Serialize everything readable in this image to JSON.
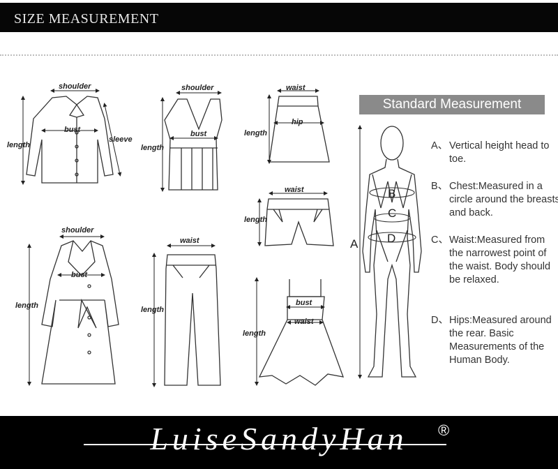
{
  "header": {
    "title": "SIZE MEASUREMENT"
  },
  "garments": {
    "shirt": {
      "shoulder": "shoulder",
      "bust": "bust",
      "sleeve": "sleeve",
      "length": "length"
    },
    "tank": {
      "shoulder": "shoulder",
      "bust": "bust",
      "length": "length"
    },
    "skirt": {
      "waist": "waist",
      "hip": "hip",
      "length": "length"
    },
    "shorts": {
      "waist": "waist",
      "length": "length"
    },
    "coat": {
      "shoulder": "shoulder",
      "bust": "bust",
      "length": "length"
    },
    "pants": {
      "waist": "waist",
      "length": "length"
    },
    "dress": {
      "bust": "bust",
      "waist": "waist",
      "length": "length"
    }
  },
  "standard": {
    "title": "Standard Measurement",
    "body_labels": {
      "a": "A",
      "b": "B",
      "c": "C",
      "d": "D"
    },
    "items": [
      {
        "key": "A、",
        "text": "Vertical height head to toe."
      },
      {
        "key": "B、",
        "text": "Chest:Measured in a circle around the breasts and back."
      },
      {
        "key": "C、",
        "text": "Waist:Measured from the narrowest point of the waist. Body should be relaxed."
      },
      {
        "key": "D、",
        "text": "Hips:Measured around the rear. Basic Measurements of the Human Body."
      }
    ]
  },
  "footer": {
    "brand": "LuiseSandyHan",
    "reg": "®"
  }
}
